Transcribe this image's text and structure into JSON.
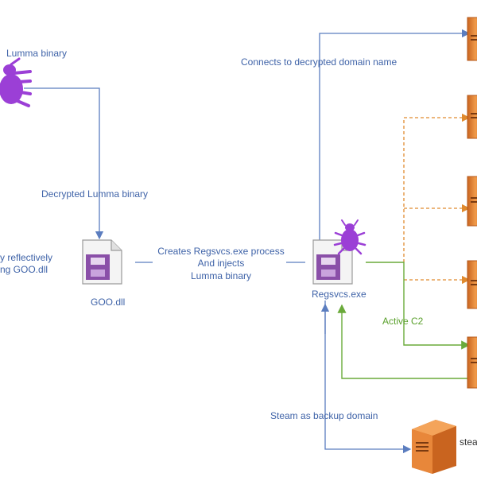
{
  "diagram": {
    "nodes": {
      "lumma_binary": {
        "label": "Lumma  binary"
      },
      "goo_dll": {
        "label": "GOO.dll"
      },
      "left_text": {
        "line1": "y reflectively",
        "line2": "ng GOO.dll"
      },
      "regsvcs": {
        "label": "Regsvcs.exe"
      },
      "steam_server": {
        "label": "stea"
      }
    },
    "edges": {
      "decrypted": {
        "label": "Decrypted Lumma binary"
      },
      "creates": {
        "line1": "Creates Regsvcs.exe process",
        "line2": "And injects",
        "line3": "Lumma binary"
      },
      "connects": {
        "label": "Connects to decrypted domain name"
      },
      "active_c2": {
        "label": "Active C2"
      },
      "steam_backup": {
        "label": "Steam as backup domain"
      }
    },
    "colors": {
      "blue_line": "#5b7dbf",
      "blue_text": "#3f63a8",
      "orange_dashed": "#e08a2e",
      "green_line": "#6aaa3a",
      "bug_purple": "#9b3fd6",
      "server_orange": "#e8873a"
    }
  }
}
